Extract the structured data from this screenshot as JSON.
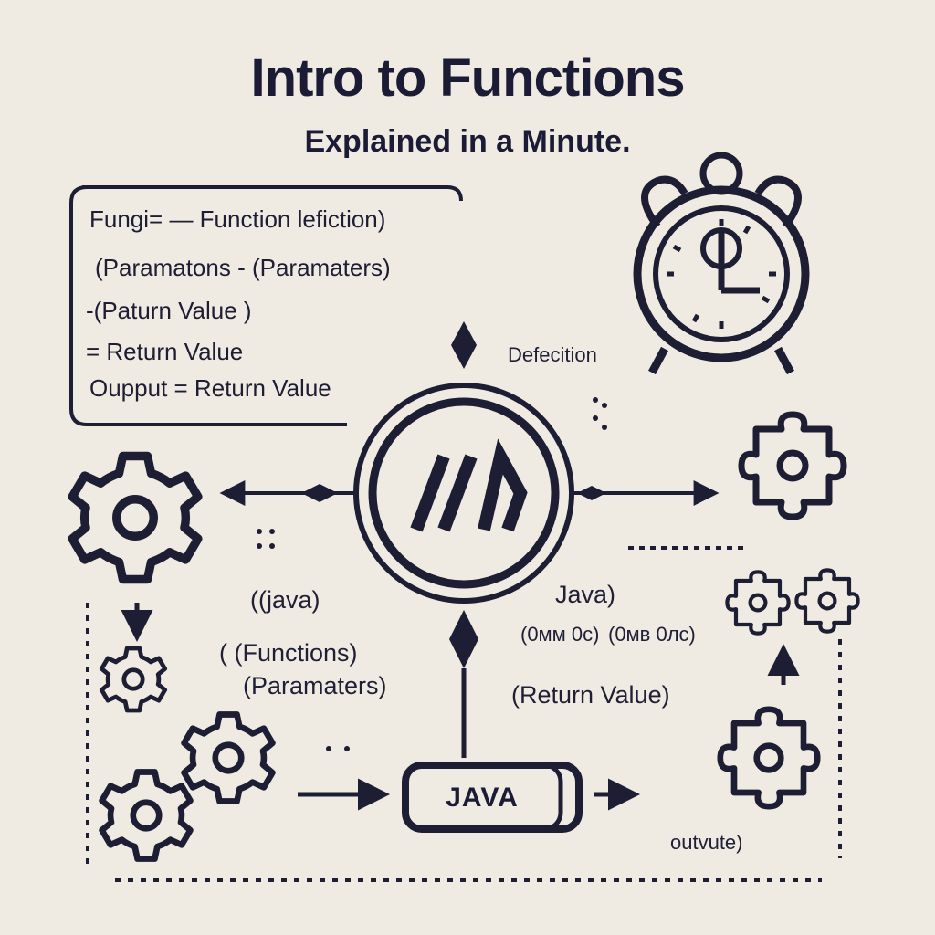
{
  "header": {
    "title": "Intro to Functions",
    "subtitle": "Explained in a Minute."
  },
  "definition_box": {
    "lines": [
      "Fungi= — Function lefiction)",
      "(Paramatons  -   (Paramaters)",
      "-(Paturn Value  )",
      "= Return Value",
      "Oupput = Return Value"
    ]
  },
  "labels": {
    "defection": "Defecition",
    "java_left": "((java)",
    "functions": "( (Functions)",
    "paramaters": "(Paramaters)",
    "java_right": "Java)",
    "code_snippet_a": "(0мм  0с)",
    "code_snippet_b": "(0мв  0лс)",
    "return_value": "(Return Value)",
    "output": "outvute)"
  },
  "center_badge": {
    "symbol": "//\\"
  },
  "java_pill": {
    "label": "JAVA"
  },
  "icons": [
    "alarm-clock-icon",
    "code-badge-icon",
    "gear-icon",
    "puzzle-piece-icon",
    "arrow-icon"
  ],
  "colors": {
    "background": "#efebe2",
    "ink": "#1d1d33"
  }
}
